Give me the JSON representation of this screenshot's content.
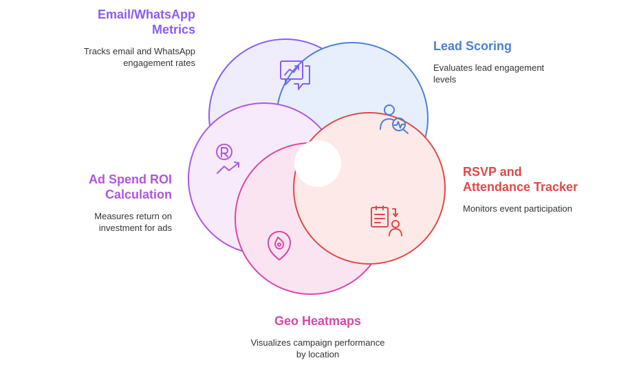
{
  "diagram": {
    "segments": [
      {
        "id": "email",
        "title": "Email/WhatsApp Metrics",
        "description": "Tracks email and WhatsApp engagement rates",
        "color": "#8b5cf6",
        "fill": "#efedfb",
        "icon": "chart-message-icon"
      },
      {
        "id": "lead",
        "title": "Lead Scoring",
        "description": "Evaluates lead engagement levels",
        "color": "#4a7fd8",
        "fill": "#e6effb",
        "icon": "user-search-icon"
      },
      {
        "id": "rsvp",
        "title": "RSVP and Attendance Tracker",
        "description": "Monitors event participation",
        "color": "#e04848",
        "fill": "#fde9e7",
        "icon": "clipboard-user-icon"
      },
      {
        "id": "geo",
        "title": "Geo Heatmaps",
        "description": "Visualizes campaign performance by location",
        "color": "#d946a8",
        "fill": "#fbe4f1",
        "icon": "location-pin-icon"
      },
      {
        "id": "adspend",
        "title": "Ad Spend ROI Calculation",
        "description": "Measures return on investment for ads",
        "color": "#b055e0",
        "fill": "#f7eafb",
        "icon": "rupee-growth-icon"
      }
    ]
  }
}
